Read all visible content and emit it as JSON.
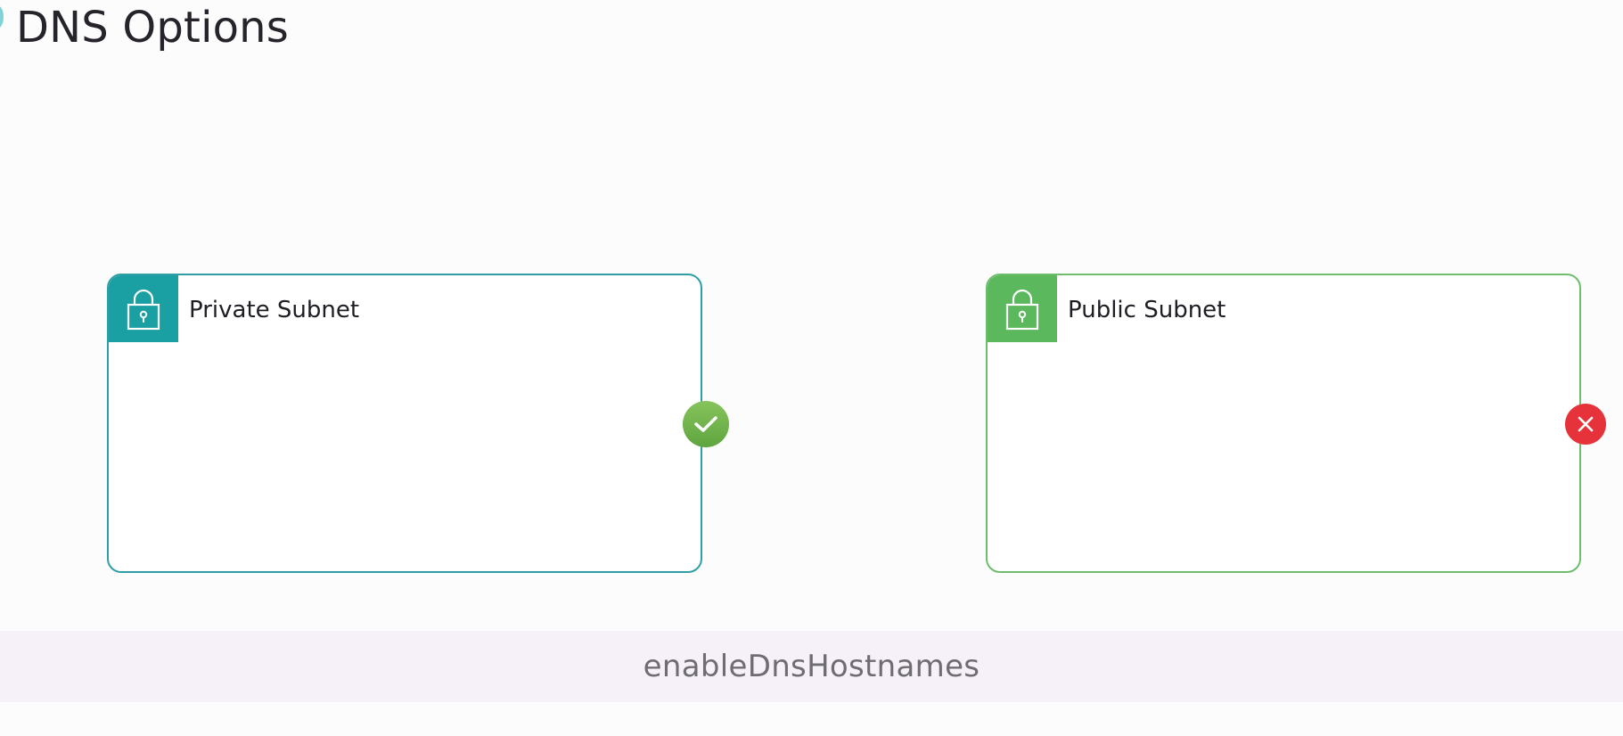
{
  "page": {
    "title": "DNS Options"
  },
  "diagram": {
    "subnets": [
      {
        "label": "Private Subnet",
        "icon": "lock-icon",
        "accent_color": "#1a9fa3",
        "status": "enabled",
        "status_icon": "check-icon",
        "status_color": "#6fb24a"
      },
      {
        "label": "Public Subnet",
        "icon": "lock-icon",
        "accent_color": "#5bb85d",
        "status": "disabled",
        "status_icon": "close-icon",
        "status_color": "#e6323a"
      }
    ],
    "option_label": "enableDnsHostnames"
  }
}
